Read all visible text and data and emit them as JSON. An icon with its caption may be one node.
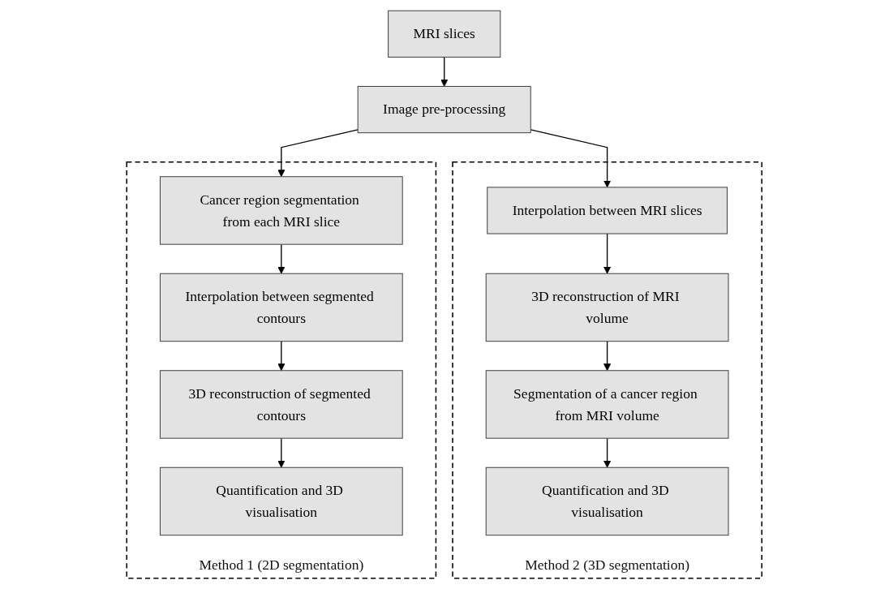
{
  "diagram": {
    "nodes": [
      {
        "text": [
          "MRI slices"
        ]
      },
      {
        "text": [
          "Image pre-processing"
        ]
      },
      {
        "text": [
          "Method 1 (2D segmentation)"
        ]
      },
      {
        "text": [
          "Cancer region segmentation from each MRI slice"
        ],
        "in": 2
      },
      {
        "text": [
          "Interpolation between segmented contours"
        ],
        "in": 2
      },
      {
        "text": [
          "3D reconstruction of segmented contours"
        ],
        "in": 2
      },
      {
        "text": [
          "Quantification and 3D visualisation"
        ],
        "in": 2
      },
      {
        "text": [
          "Method 2 (3D segmentation)"
        ]
      },
      {
        "text": [
          "Interpolation between MRI slices"
        ],
        "in": 7
      },
      {
        "text": [
          "3D reconstruction of MRI volume"
        ],
        "in": 7
      },
      {
        "text": [
          "Segmentation of a cancer region from MRI volume"
        ],
        "in": 7
      },
      {
        "text": [
          "Quantification and 3D visualisation"
        ],
        "in": 7
      }
    ],
    "edges": [
      {
        "from": 0,
        "to": 1,
        "arrow": "to"
      },
      {
        "from": 1,
        "to": 3,
        "arrow": "to"
      },
      {
        "from": 1,
        "to": 8,
        "arrow": "to"
      },
      {
        "from": 3,
        "to": 4,
        "arrow": "to"
      },
      {
        "from": 4,
        "to": 5,
        "arrow": "to"
      },
      {
        "from": 5,
        "to": 6,
        "arrow": "to"
      },
      {
        "from": 8,
        "to": 9,
        "arrow": "to"
      },
      {
        "from": 9,
        "to": 10,
        "arrow": "to"
      },
      {
        "from": 10,
        "to": 11,
        "arrow": "to"
      }
    ]
  }
}
